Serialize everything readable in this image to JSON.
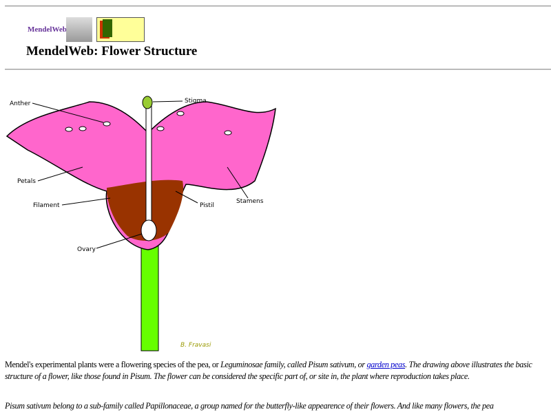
{
  "header": {
    "brand": "MendelWeb",
    "logo_text": "MendelWeb",
    "title": "MendelWeb: Flower Structure"
  },
  "diagram": {
    "labels": {
      "stigma": "Stigma",
      "anther": "Anther",
      "petals": "Petals",
      "filament": "Filament",
      "pistil": "Pistil",
      "stamens": "Stamens",
      "ovary": "Ovary"
    },
    "signature": "B. Fravasi",
    "colors": {
      "petal": "#ff66cc",
      "pistil": "#993300",
      "stem": "#66ff00",
      "stigma": "#99cc33"
    }
  },
  "body": {
    "p1_a": "Mendel's experimental plants were a flowering species of the pea, or ",
    "p1_b": "Leguminosae family, called Pisum sativum, or ",
    "p1_link": "garden peas",
    "p1_c": ". The drawing above illustrates the basic structure of a flower, like those found in Pisum. The flower can be considered the specific part of, or site in, the plant where reproduction takes place.",
    "p2": "Pisum sativum belong to a sub-family called Papillonaceae, a group named for the butterfly-like appearence of their flowers. And like many flowers, the pea"
  }
}
